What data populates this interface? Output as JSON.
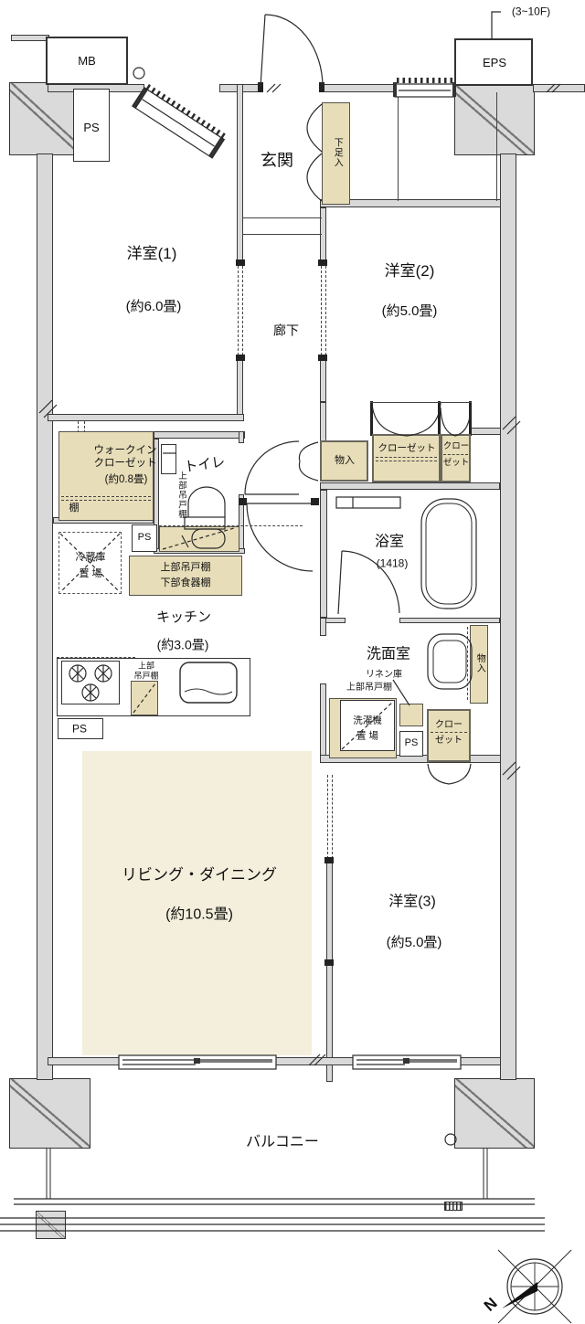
{
  "meta": {
    "floor_note": "(3~10F)",
    "compass_north": "N"
  },
  "utility": {
    "mb": "MB",
    "ps": "PS",
    "eps": "EPS"
  },
  "entrance": {
    "name": "玄関",
    "shoe_cabinet": "下足入"
  },
  "rooms": {
    "western1": {
      "name": "洋室(1)",
      "size": "(約6.0畳)"
    },
    "western2": {
      "name": "洋室(2)",
      "size": "(約5.0畳)"
    },
    "western3": {
      "name": "洋室(3)",
      "size": "(約5.0畳)"
    },
    "living_dining": {
      "name": "リビング・ダイニング",
      "size": "(約10.5畳)"
    },
    "kitchen": {
      "name": "キッチン",
      "size": "(約3.0畳)"
    },
    "corridor": {
      "name": "廊下"
    },
    "toilet": {
      "name": "トイレ"
    },
    "bathroom": {
      "name": "浴室",
      "size": "(1418)"
    },
    "washroom": {
      "name": "洗面室"
    },
    "balcony": {
      "name": "バルコニー"
    }
  },
  "storage": {
    "wic_line1": "ウォークイン",
    "wic_line2": "クローゼット",
    "wic_size": "(約0.8畳)",
    "shelf": "棚",
    "toilet_upper_cabinet": "上部吊戸棚",
    "hall_storage": "物入",
    "closet_wide": "クローゼット",
    "closet_narrow_line1": "クロー",
    "closet_narrow_line2": "ゼット",
    "fridge_line1": "冷蔵庫",
    "fridge_line2": "置 場",
    "kitchen_cabinet_line1": "上部吊戸棚",
    "kitchen_cabinet_line2": "下部食器棚",
    "kitchen_upper_line1": "上部",
    "kitchen_upper_line2": "吊戸棚",
    "linen": "リネン庫",
    "washroom_upper_cabinet": "上部吊戸棚",
    "washer_line1": "洗濯機",
    "washer_line2": "置 場",
    "washroom_storage": "物入",
    "washroom_closet_line1": "クロー",
    "washroom_closet_line2": "ゼット"
  }
}
